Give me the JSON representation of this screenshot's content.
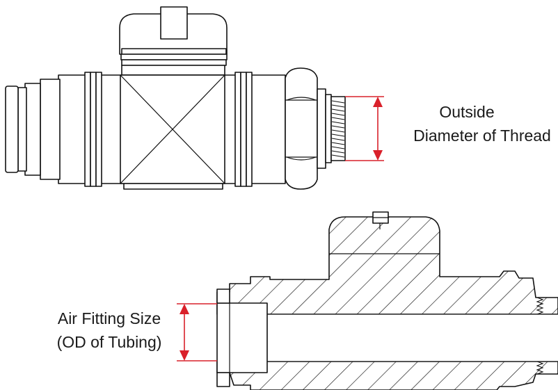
{
  "labels": {
    "thread_line1": "Outside",
    "thread_line2": "Diameter of Thread",
    "fitting_line1": "Air Fitting Size",
    "fitting_line2": "(OD of Tubing)"
  },
  "colors": {
    "dimension": "#d9202a",
    "line": "#111111",
    "background": "#ffffff"
  }
}
